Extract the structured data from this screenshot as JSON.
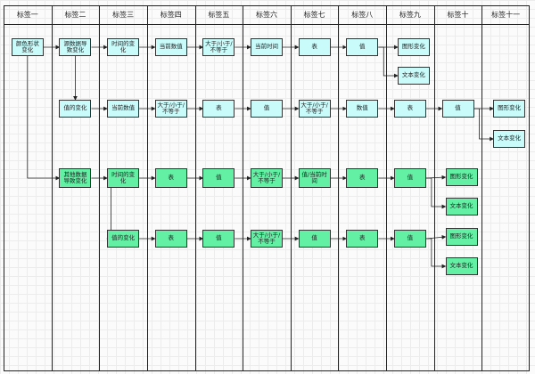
{
  "columns": [
    "标签一",
    "标签二",
    "标签三",
    "标签四",
    "标签五",
    "标签六",
    "标签七",
    "标签八",
    "标签九",
    "标签十",
    "标签十一"
  ],
  "colors": {
    "cyan": "#c9fbfb",
    "green": "#63f0a4",
    "line": "#222222"
  },
  "nodes": [
    {
      "id": "n1",
      "label": "颜色形状变化",
      "color": "cyan"
    },
    {
      "id": "n2",
      "label": "源数据导致变化",
      "color": "cyan"
    },
    {
      "id": "n3",
      "label": "时间的变化",
      "color": "cyan"
    },
    {
      "id": "n4",
      "label": "当前数值",
      "color": "cyan"
    },
    {
      "id": "n5",
      "label": "大于/小于/不等于",
      "color": "cyan"
    },
    {
      "id": "n6",
      "label": "当前时间",
      "color": "cyan"
    },
    {
      "id": "n7",
      "label": "表",
      "color": "cyan"
    },
    {
      "id": "n8",
      "label": "值",
      "color": "cyan"
    },
    {
      "id": "n9",
      "label": "图形变化",
      "color": "cyan"
    },
    {
      "id": "n10",
      "label": "文本变化",
      "color": "cyan"
    },
    {
      "id": "r1",
      "label": "值的变化",
      "color": "cyan"
    },
    {
      "id": "r2",
      "label": "当前数值",
      "color": "cyan"
    },
    {
      "id": "r3",
      "label": "大于/小于/不等于",
      "color": "cyan"
    },
    {
      "id": "r4",
      "label": "表",
      "color": "cyan"
    },
    {
      "id": "r5",
      "label": "值",
      "color": "cyan"
    },
    {
      "id": "r6",
      "label": "大于/小于/不等于",
      "color": "cyan"
    },
    {
      "id": "r7",
      "label": "数值",
      "color": "cyan"
    },
    {
      "id": "r8",
      "label": "表",
      "color": "cyan"
    },
    {
      "id": "r9",
      "label": "值",
      "color": "cyan"
    },
    {
      "id": "r10",
      "label": "图形变化",
      "color": "cyan"
    },
    {
      "id": "r11",
      "label": "文本变化",
      "color": "cyan"
    },
    {
      "id": "g1",
      "label": "其他数据导致变化",
      "color": "green"
    },
    {
      "id": "g2",
      "label": "时间的变化",
      "color": "green"
    },
    {
      "id": "g3",
      "label": "表",
      "color": "green"
    },
    {
      "id": "g4",
      "label": "值",
      "color": "green"
    },
    {
      "id": "g5",
      "label": "大于/小于/不等于",
      "color": "green"
    },
    {
      "id": "g6",
      "label": "值/当前时间",
      "color": "green"
    },
    {
      "id": "g7",
      "label": "表",
      "color": "green"
    },
    {
      "id": "g8",
      "label": "值",
      "color": "green"
    },
    {
      "id": "g9",
      "label": "图形变化",
      "color": "green"
    },
    {
      "id": "g10",
      "label": "文本变化",
      "color": "green"
    },
    {
      "id": "h1",
      "label": "值的变化",
      "color": "green"
    },
    {
      "id": "h2",
      "label": "表",
      "color": "green"
    },
    {
      "id": "h3",
      "label": "值",
      "color": "green"
    },
    {
      "id": "h4",
      "label": "大于/小于/不等于",
      "color": "green"
    },
    {
      "id": "h5",
      "label": "值",
      "color": "green"
    },
    {
      "id": "h6",
      "label": "表",
      "color": "green"
    },
    {
      "id": "h7",
      "label": "值",
      "color": "green"
    },
    {
      "id": "h8",
      "label": "图形变化",
      "color": "green"
    },
    {
      "id": "h9",
      "label": "文本变化",
      "color": "green"
    }
  ],
  "edges": [
    [
      "n1",
      "n2"
    ],
    [
      "n1",
      "g1"
    ],
    [
      "n2",
      "n3"
    ],
    [
      "n3",
      "n4"
    ],
    [
      "n4",
      "n5"
    ],
    [
      "n5",
      "n6"
    ],
    [
      "n6",
      "n7"
    ],
    [
      "n7",
      "n8"
    ],
    [
      "n8",
      "n9"
    ],
    [
      "n8",
      "n10"
    ],
    [
      "n2",
      "r1"
    ],
    [
      "r1",
      "r2"
    ],
    [
      "r2",
      "r3"
    ],
    [
      "r3",
      "r4"
    ],
    [
      "r4",
      "r5"
    ],
    [
      "r5",
      "r6"
    ],
    [
      "r6",
      "r7"
    ],
    [
      "r7",
      "r8"
    ],
    [
      "r8",
      "r9"
    ],
    [
      "r9",
      "r10"
    ],
    [
      "r9",
      "r11"
    ],
    [
      "g1",
      "g2"
    ],
    [
      "g2",
      "g3"
    ],
    [
      "g3",
      "g4"
    ],
    [
      "g4",
      "g5"
    ],
    [
      "g5",
      "g6"
    ],
    [
      "g6",
      "g7"
    ],
    [
      "g7",
      "g8"
    ],
    [
      "g8",
      "g9"
    ],
    [
      "g8",
      "g10"
    ],
    [
      "g1",
      "h1"
    ],
    [
      "h1",
      "h2"
    ],
    [
      "h2",
      "h3"
    ],
    [
      "h3",
      "h4"
    ],
    [
      "h4",
      "h5"
    ],
    [
      "h5",
      "h6"
    ],
    [
      "h6",
      "h7"
    ],
    [
      "h7",
      "h8"
    ],
    [
      "h7",
      "h9"
    ]
  ]
}
